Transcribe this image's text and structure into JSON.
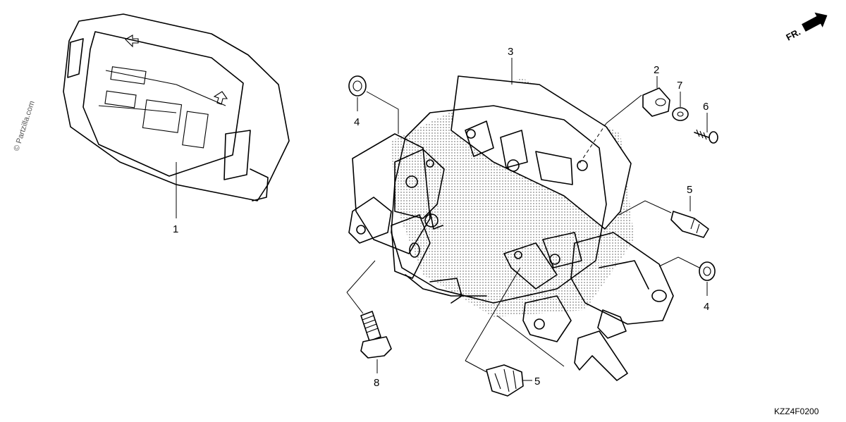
{
  "diagram_code": "KZZ4F0200",
  "watermark": "© Partzilla.com",
  "direction_label": "FR.",
  "callouts": {
    "meter_assy": "1",
    "rubber_mount": "2",
    "meter_case": "3",
    "grommet_left": "4",
    "grommet_right": "4",
    "clip_upper": "5",
    "clip_lower": "5",
    "screw": "6",
    "collar": "7",
    "bolt": "8"
  }
}
